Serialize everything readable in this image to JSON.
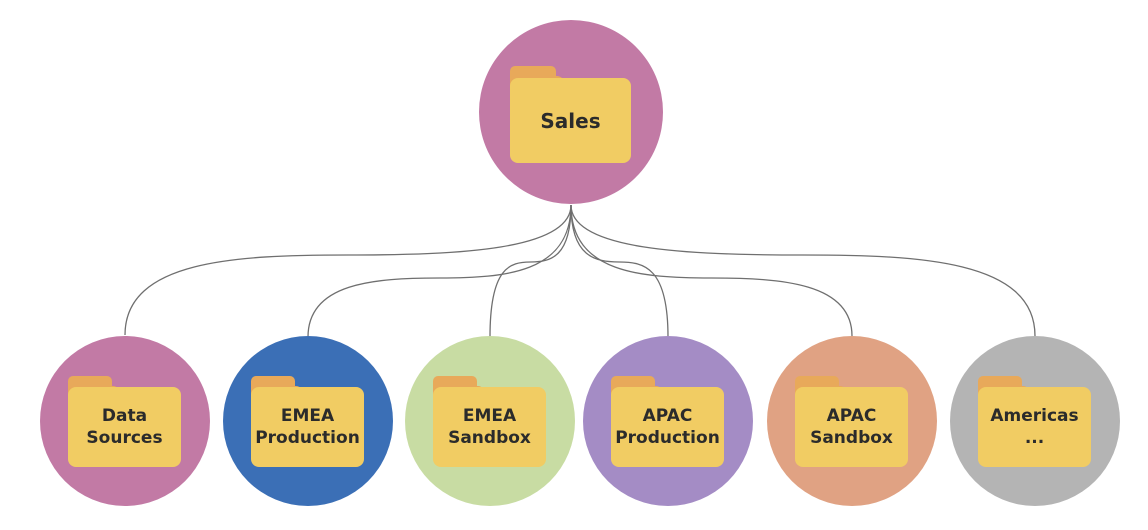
{
  "root": {
    "label": "Sales",
    "color": "#c27aa5"
  },
  "children": [
    {
      "label": "Data\nSources",
      "color": "#c27aa5"
    },
    {
      "label": "EMEA\nProduction",
      "color": "#3b6fb6"
    },
    {
      "label": "EMEA\nSandbox",
      "color": "#c8dca3"
    },
    {
      "label": "APAC\nProduction",
      "color": "#a48cc5"
    },
    {
      "label": "APAC\nSandbox",
      "color": "#e0a283"
    },
    {
      "label": "Americas\n...",
      "color": "#b4b4b4"
    }
  ],
  "colors": {
    "folder_body": "#f1cc63",
    "folder_tab": "#e8a95a",
    "connector": "#6f6f6f"
  }
}
